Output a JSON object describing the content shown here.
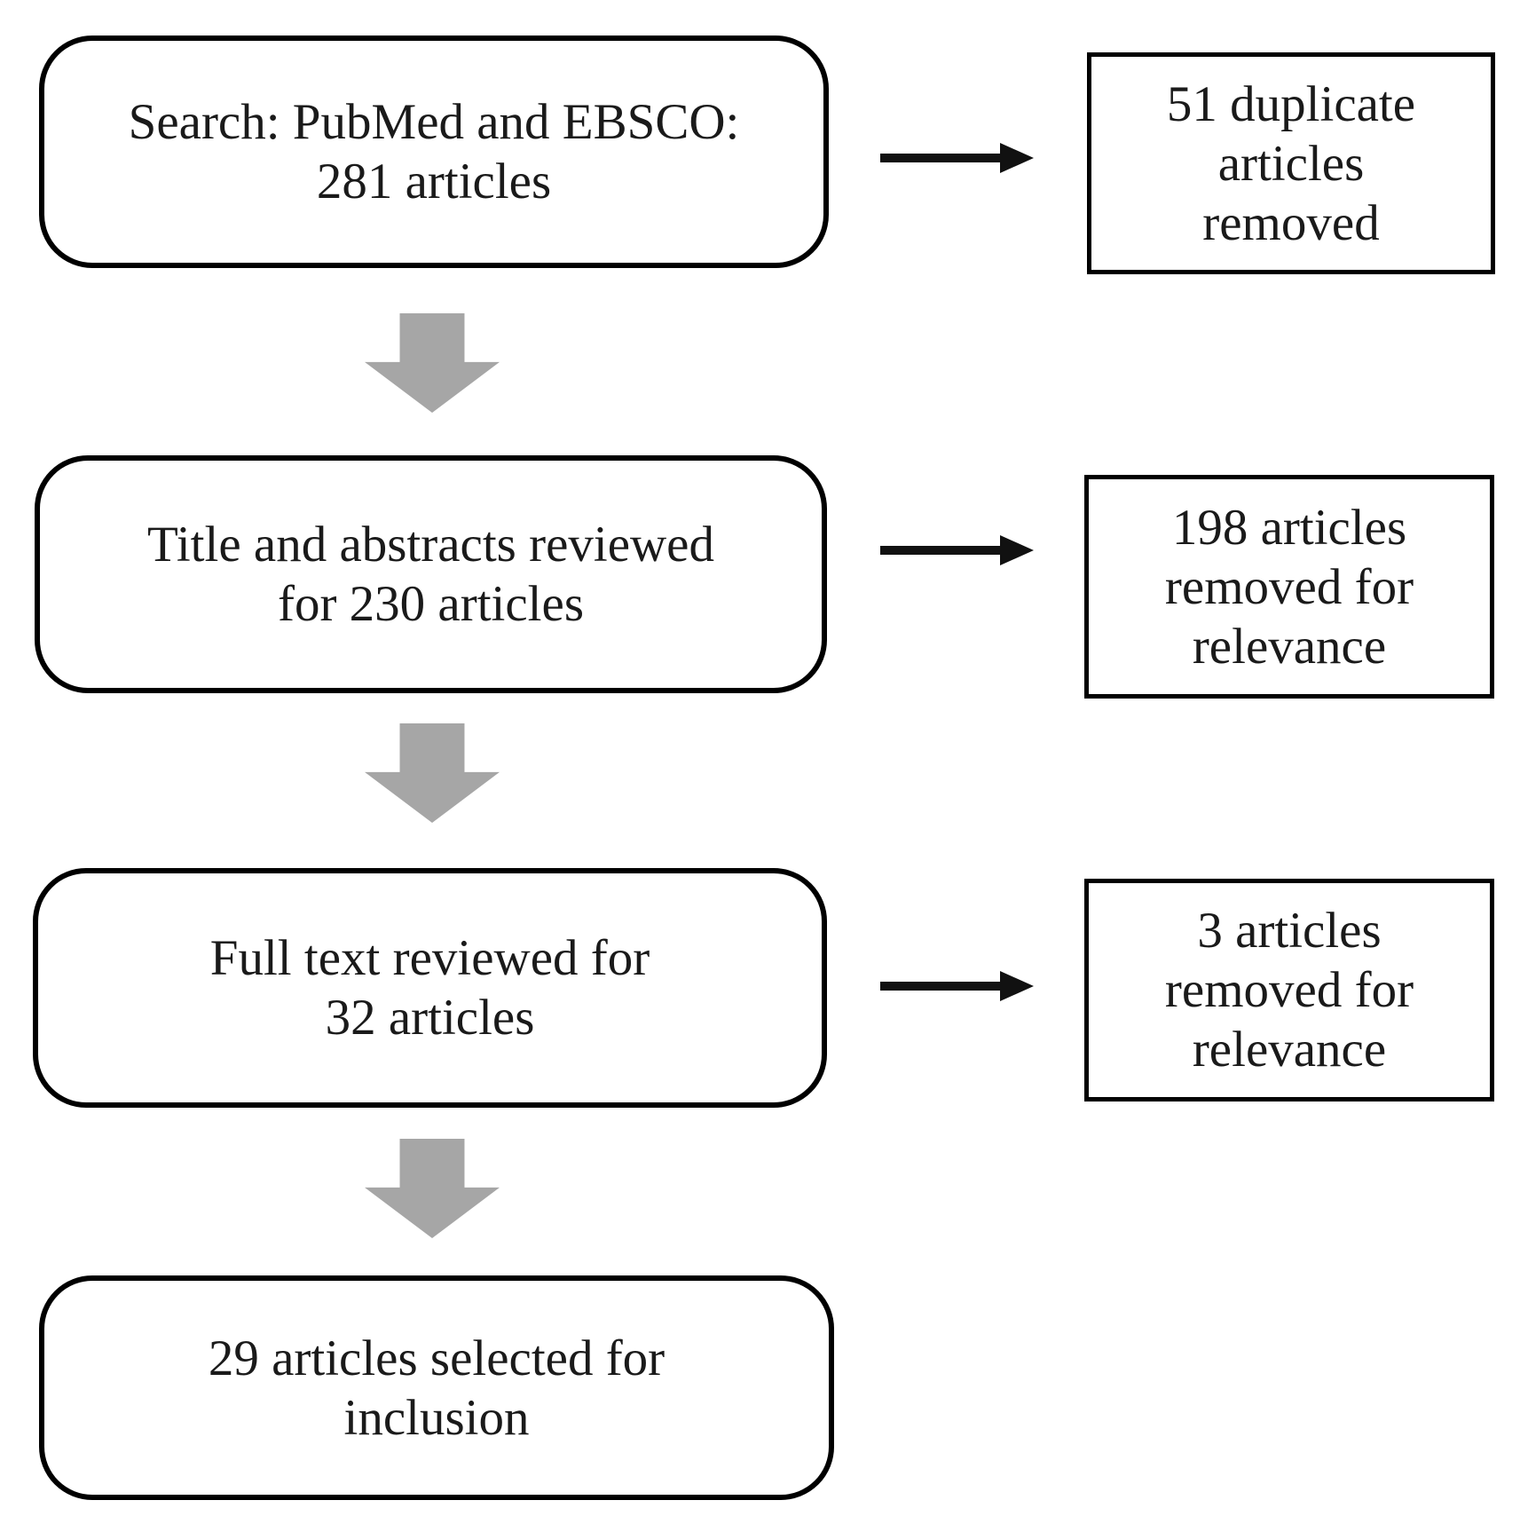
{
  "colors": {
    "background": "#ffffff",
    "box_border": "#000000",
    "text": "#1a1a1a",
    "black_arrow": "#111111",
    "gray_arrow": "#a6a6a6"
  },
  "flow": {
    "boxes": [
      {
        "name": "search",
        "text": "Search: PubMed and EBSCO:\n281 articles"
      },
      {
        "name": "title-abstract-review",
        "text": "Title and abstracts reviewed\nfor 230 articles"
      },
      {
        "name": "full-text-review",
        "text": "Full text reviewed for\n32 articles"
      },
      {
        "name": "included",
        "text": "29 articles selected for\ninclusion"
      }
    ],
    "side_boxes": [
      {
        "name": "duplicates-removed",
        "text": "51 duplicate\narticles\nremoved"
      },
      {
        "name": "removed-for-relevance-1",
        "text": "198 articles\nremoved for\nrelevance"
      },
      {
        "name": "removed-for-relevance-2",
        "text": "3 articles\nremoved for\nrelevance"
      }
    ]
  }
}
